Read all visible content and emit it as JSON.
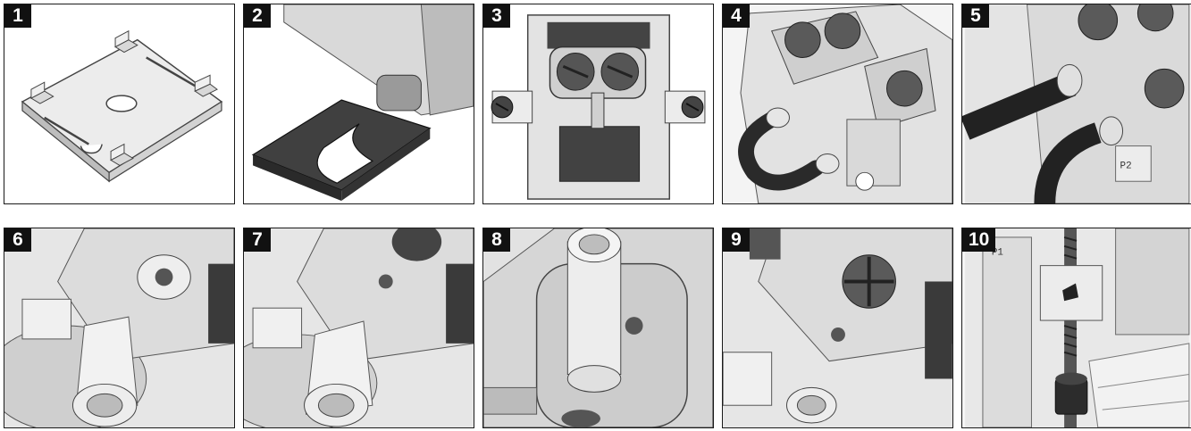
{
  "steps": [
    {
      "number": "1",
      "subject": "mounting-plate"
    },
    {
      "number": "2",
      "subject": "shim-plate-slide-in"
    },
    {
      "number": "3",
      "subject": "terminal-front-view"
    },
    {
      "number": "4",
      "subject": "bridge-bar-insert"
    },
    {
      "number": "5",
      "subject": "bridge-bar-connected"
    },
    {
      "number": "6",
      "subject": "sleeve-terminal"
    },
    {
      "number": "7",
      "subject": "sleeve-terminal-alt"
    },
    {
      "number": "8",
      "subject": "sleeve-closeup"
    },
    {
      "number": "9",
      "subject": "screw-secured"
    },
    {
      "number": "10",
      "subject": "threaded-rod-nut"
    }
  ],
  "engraved_labels": {
    "p1": "P1",
    "p2": "P2"
  },
  "colors": {
    "frame": "#1a1a1a",
    "badge_bg": "#111111",
    "badge_text": "#ffffff",
    "part_light": "#e6e6e6",
    "part_mid": "#b5b5b5",
    "part_dark": "#3c3c3c"
  }
}
